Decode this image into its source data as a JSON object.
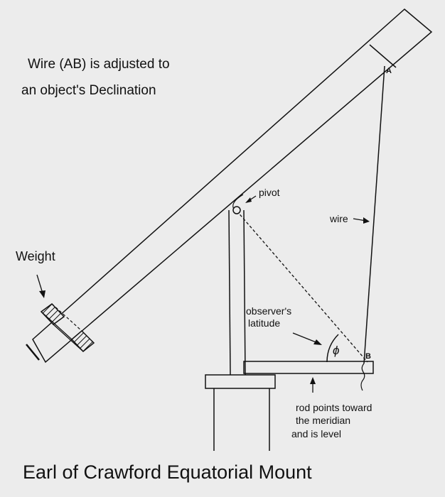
{
  "caption": {
    "line1": "Wire (AB) is adjusted to",
    "line2": "an object's Declination"
  },
  "labels": {
    "pivot": "pivot",
    "wire": "wire",
    "weight": "Weight",
    "latitude_line1": "observer's",
    "latitude_line2": "latitude",
    "phi": "ϕ",
    "point_a": "A",
    "point_b": "B",
    "rod_line1": "rod points toward",
    "rod_line2": "the meridian",
    "rod_line3": "and is level"
  },
  "title": "Earl of Crawford Equatorial Mount",
  "colors": {
    "background": "#ececec",
    "ink": "#111111"
  }
}
